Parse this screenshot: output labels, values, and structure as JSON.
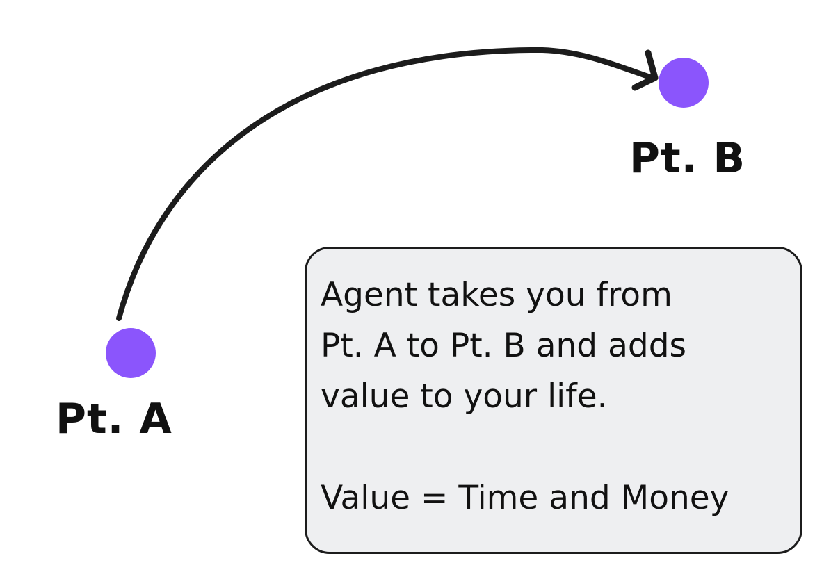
{
  "points": {
    "a_label": "Pt. A",
    "b_label": "Pt. B",
    "dot_color": "#8b55fc"
  },
  "arrow": {
    "stroke_color": "#1c1c1c"
  },
  "note": {
    "lines": [
      "Agent takes you from",
      "Pt. A to Pt. B and adds",
      "value to your life."
    ],
    "equation": "Value = Time and Money",
    "background": "#eeeff1",
    "border_color": "#1c1c1c"
  }
}
